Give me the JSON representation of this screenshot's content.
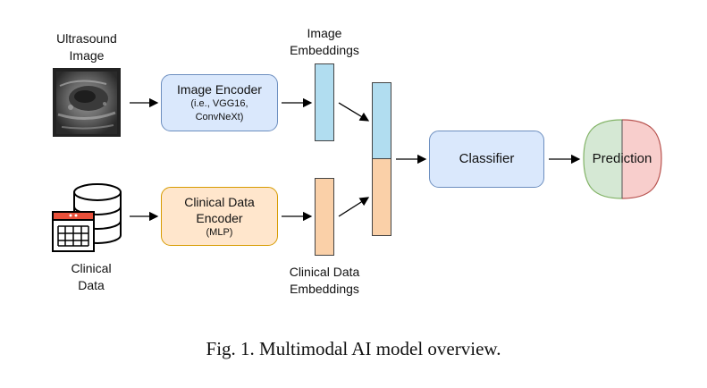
{
  "inputs": {
    "ultrasound_label": [
      "Ultrasound",
      "Image"
    ],
    "clinical_label": [
      "Clinical",
      "Data"
    ]
  },
  "image_encoder": {
    "title": "Image Encoder",
    "detail_lines": [
      "(i.e., VGG16,",
      "ConvNeXt)"
    ]
  },
  "clinical_encoder": {
    "title_lines": [
      "Clinical Data",
      "Encoder"
    ],
    "detail": "(MLP)"
  },
  "embeddings": {
    "image_label": [
      "Image",
      "Embeddings"
    ],
    "clinical_label": [
      "Clinical Data",
      "Embeddings"
    ]
  },
  "classifier": {
    "label": "Classifier"
  },
  "prediction": {
    "label": "Prediction"
  },
  "caption": "Fig. 1.  Multimodal AI model overview.",
  "colors": {
    "blue_fill": "#dae8fc",
    "blue_border": "#6c8ebf",
    "orange_fill": "#ffe6cc",
    "orange_border": "#d79b00",
    "embed_blue": "#b1ddf0",
    "embed_orange": "#fad0a8",
    "pred_green": "#d5e8d4",
    "pred_red": "#f8cecc"
  },
  "icons": [
    "ultrasound-image-icon",
    "database-calendar-icon"
  ]
}
